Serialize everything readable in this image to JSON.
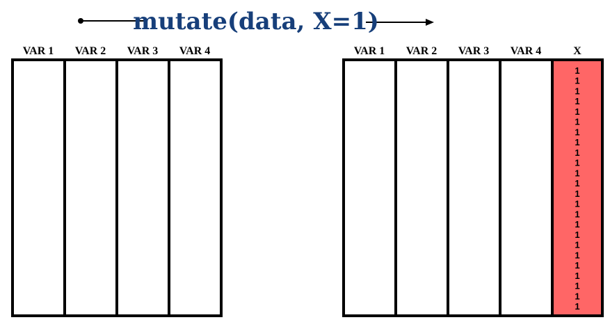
{
  "title": "mutate(data, X=1)",
  "left_table": {
    "headers": [
      "VAR 1",
      "VAR 2",
      "VAR 3",
      "VAR 4"
    ]
  },
  "right_table": {
    "headers": [
      "VAR 1",
      "VAR 2",
      "VAR 3",
      "VAR 4",
      "X"
    ],
    "new_column": {
      "values": [
        "1",
        "1",
        "1",
        "1",
        "1",
        "1",
        "1",
        "1",
        "1",
        "1",
        "1",
        "1",
        "1",
        "1",
        "1",
        "1",
        "1",
        "1",
        "1",
        "1",
        "1",
        "1",
        "1",
        "1"
      ],
      "fill_color": "#ff6666"
    }
  },
  "colors": {
    "title": "#173f7a",
    "border": "#000000"
  }
}
